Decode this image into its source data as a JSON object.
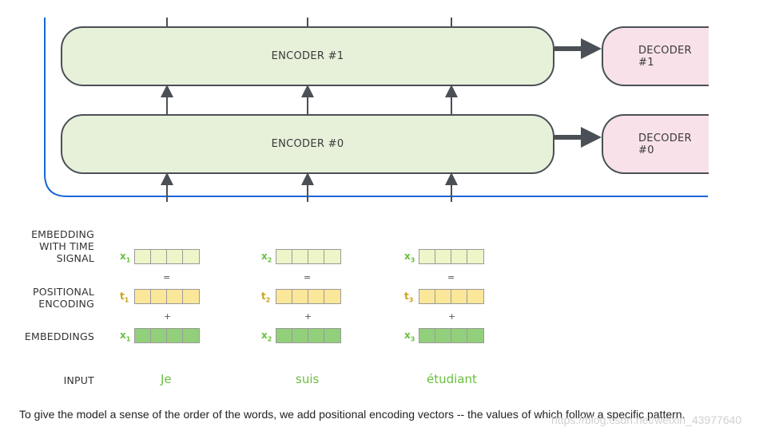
{
  "encoders": [
    {
      "label": "ENCODER #1"
    },
    {
      "label": "ENCODER #0"
    }
  ],
  "decoders": [
    {
      "label": "DECODER #1"
    },
    {
      "label": "DECODER #0"
    }
  ],
  "row_labels": {
    "embedding_with_time_signal": "EMBEDDING\nWITH TIME\nSIGNAL",
    "positional_encoding": "POSITIONAL\nENCODING",
    "embeddings": "EMBEDDINGS",
    "input": "INPUT"
  },
  "columns": [
    {
      "word": "Je",
      "x_label": "x",
      "x_sub": "1",
      "t_label": "t",
      "t_sub": "1"
    },
    {
      "word": "suis",
      "x_label": "x",
      "x_sub": "2",
      "t_label": "t",
      "t_sub": "2"
    },
    {
      "word": "étudiant",
      "x_label": "x",
      "x_sub": "3",
      "t_label": "t",
      "t_sub": "3"
    }
  ],
  "operators": {
    "equals": "=",
    "plus": "+"
  },
  "caption": "To give the model a sense of the order of the words, we add positional encoding vectors -- the values of which follow a specific pattern.",
  "watermark": "https://blog.csdn.net/weixin_43977640",
  "colors": {
    "encoder_fill": "#e7f1da",
    "decoder_fill": "#f8e1e8",
    "border": "#4b4f56",
    "blue_bracket": "#1a66d9",
    "time_signal_vec": "#eef5c8",
    "positional_vec": "#fbe79a",
    "embedding_vec": "#92cf7a",
    "x_label": "#6abf3f",
    "t_label": "#c9a318",
    "word": "#6abf3f"
  }
}
